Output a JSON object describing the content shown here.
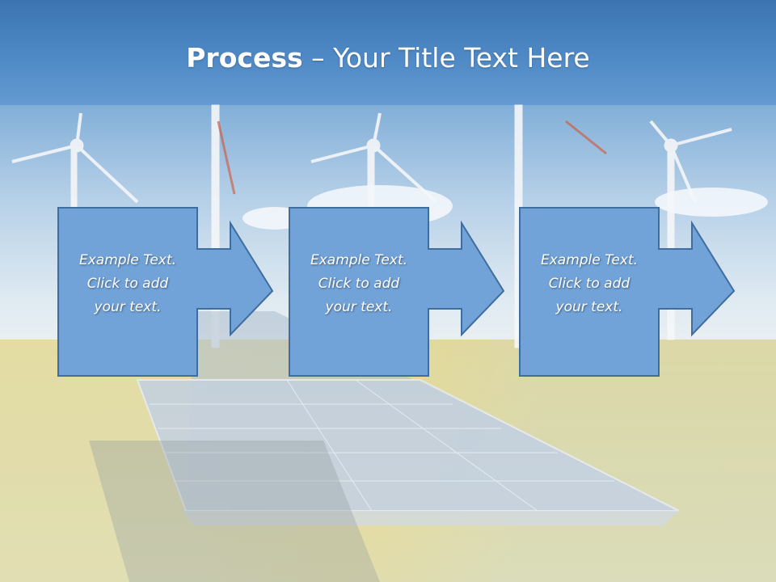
{
  "slide": {
    "title_bold": "Process",
    "title_rest": " – Your Title Text Here"
  },
  "steps": [
    {
      "line1": "Example Text.",
      "line2": "Click  to add",
      "line3": "your text."
    },
    {
      "line1": "Example Text.",
      "line2": "Click  to add",
      "line3": "your text."
    },
    {
      "line1": "Example Text.",
      "line2": "Click  to add",
      "line3": "your text."
    }
  ],
  "colors": {
    "box_fill": "#72a3d8",
    "box_stroke": "#3f6d9e",
    "header": "#4a86c4"
  }
}
